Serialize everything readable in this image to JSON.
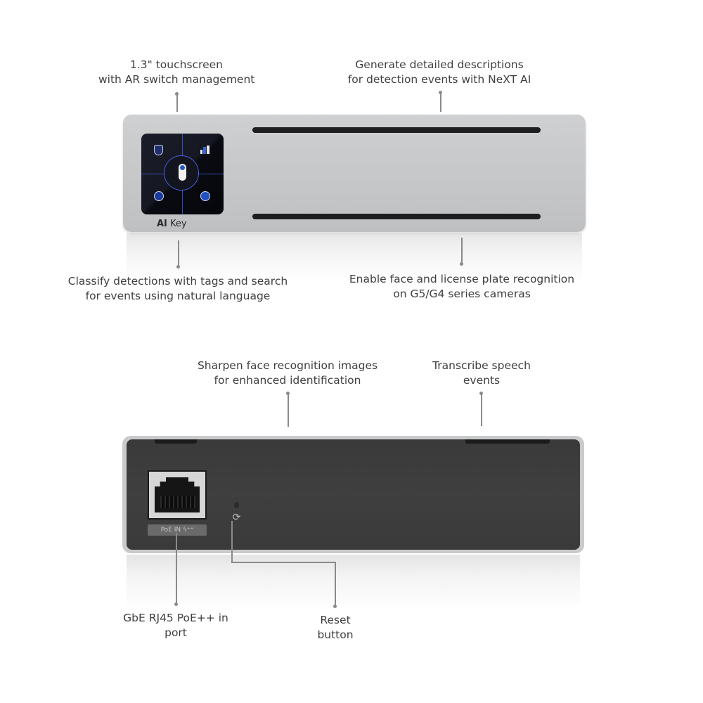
{
  "product": {
    "name_bold": "AI",
    "name_rest": " Key"
  },
  "front_callouts": {
    "touchscreen": [
      "1.3\" touchscreen",
      "with AR switch management"
    ],
    "descriptions": [
      "Generate detailed descriptions",
      "for detection events with NeXT AI"
    ],
    "classify": [
      "Classify detections with tags and search",
      "for events using natural language"
    ],
    "recognition": [
      "Enable face and license plate recognition",
      "on G5/G4 series cameras"
    ]
  },
  "back_callouts": {
    "sharpen": [
      "Sharpen face recognition images",
      "for enhanced identification"
    ],
    "transcribe": [
      "Transcribe speech",
      "events"
    ],
    "port": [
      "GbE RJ45 PoE++ in",
      "port"
    ],
    "reset": [
      "Reset",
      "button"
    ]
  },
  "ports": {
    "poe_label": "PoE IN ϟ⁺⁺"
  },
  "screen_icons": [
    "shield-icon",
    "bar-chart-icon",
    "camera-icon",
    "info-icon",
    "settings-icon"
  ],
  "icons": {
    "reset": "⟳"
  },
  "colors": {
    "screen_accent": "#3b55c9",
    "front_body": "#c5c6c8",
    "back_panel": "#3d3d3e"
  }
}
